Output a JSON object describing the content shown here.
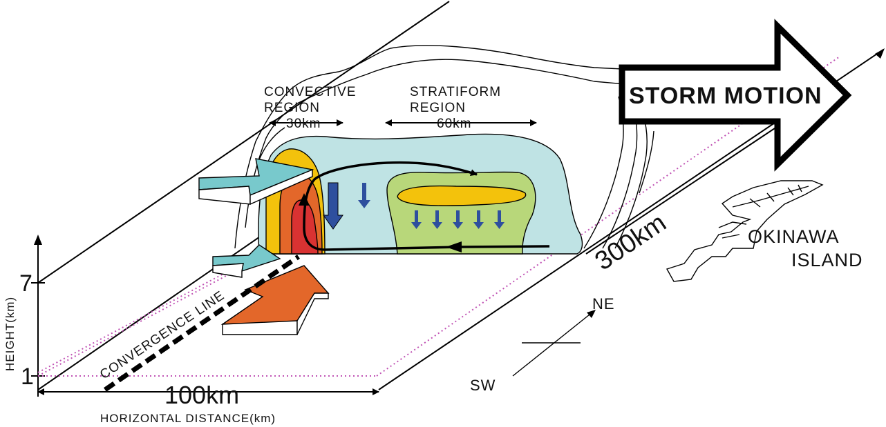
{
  "labels": {
    "convective_region_line1": "CONVECTIVE",
    "convective_region_line2": "REGION",
    "convective_width": "30km",
    "stratiform_region_line1": "STRATIFORM",
    "stratiform_region_line2": "REGION",
    "stratiform_width": "60km",
    "storm_motion": "STORM MOTION",
    "along_line_scale": "300km",
    "island_line1": "OKINAWA",
    "island_line2": "ISLAND",
    "convergence_line": "CONVERGENCE LINE",
    "direction_ne": "NE",
    "direction_sw": "SW",
    "height_axis": "HEIGHT(km)",
    "height_tick_7": "7",
    "height_tick_1": "1",
    "horizontal_scale": "100km",
    "horizontal_axis": "HORIZONTAL DISTANCE(km)"
  },
  "colors": {
    "stratiform_cloud": "#bfe3e4",
    "stratiform_precip": "#b8d77a",
    "stratiform_core": "#f3c20c",
    "convective_yellow": "#f3c20c",
    "convective_orange": "#e3672a",
    "convective_red": "#d93232",
    "inflow_arrow": "#78c9cc",
    "surface_inflow_arrow": "#e3672a",
    "downdraft_arrow": "#2e4f9e",
    "guide_line": "#c052b4"
  }
}
